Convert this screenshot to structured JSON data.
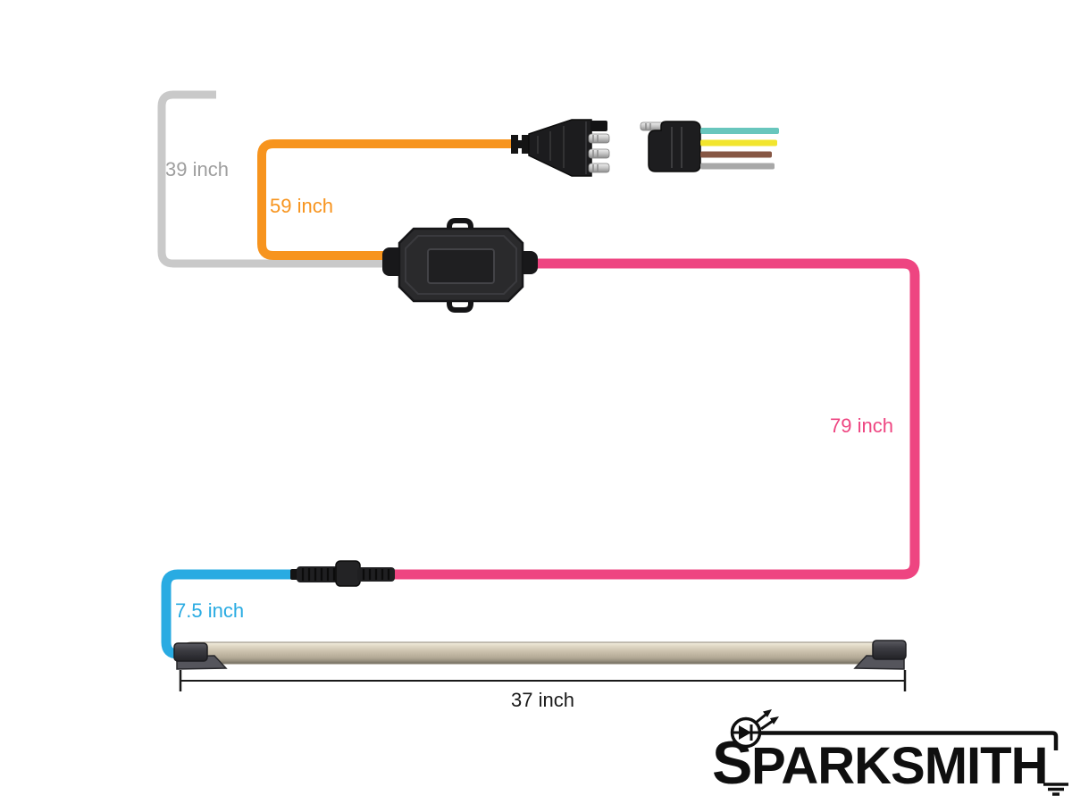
{
  "diagram": {
    "wires": {
      "gray": {
        "label": "39 inch",
        "color": "#c9c9c9",
        "label_color": "#9e9e9e"
      },
      "orange": {
        "label": "59 inch",
        "color": "#f7941e",
        "label_color": "#f7941e"
      },
      "pink": {
        "label": "79 inch",
        "color": "#ee4581",
        "label_color": "#ee4581"
      },
      "blue": {
        "label": "7.5 inch",
        "color": "#29abe2",
        "label_color": "#29abe2"
      }
    },
    "harness_wire_colors": {
      "teal": "#68c6bd",
      "yellow": "#f2e52e",
      "brown": "#875744",
      "gray": "#a8a8a8"
    },
    "light_bar": {
      "label": "37 inch",
      "label_color": "#1a1a1a",
      "body_color": "#c8bfab"
    }
  },
  "logo": {
    "name": "SPARKSMITH",
    "first_letter": "S",
    "rest": "PARKSMITH",
    "color": "#0f0f0f"
  }
}
